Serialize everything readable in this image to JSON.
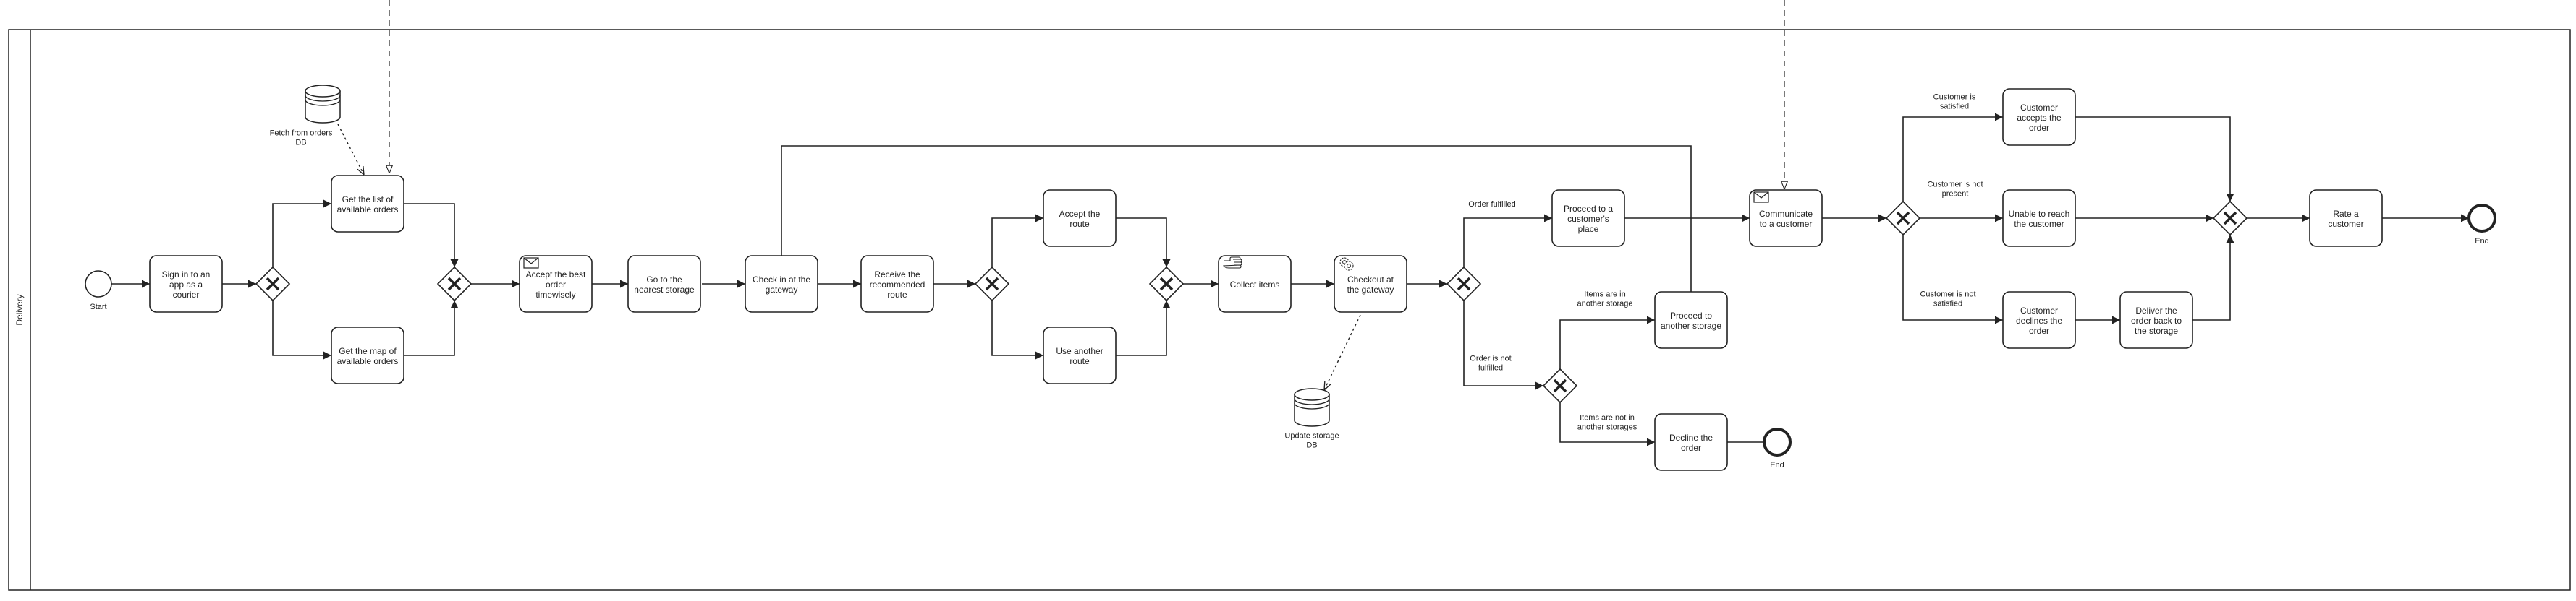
{
  "pool": {
    "lane_label": "Delivery"
  },
  "events": {
    "start": "Start",
    "end_main": "End",
    "end_decline": "End"
  },
  "tasks": {
    "sign_in": [
      "Sign in to an",
      "app as a",
      "courier"
    ],
    "get_list": [
      "Get the list of",
      "available orders"
    ],
    "get_map": [
      "Get the map of",
      "available orders"
    ],
    "accept_best": [
      "Accept the best",
      "order",
      "timewisely"
    ],
    "go_nearest": [
      "Go to the",
      "nearest storage"
    ],
    "check_in": [
      "Check in at the",
      "gateway"
    ],
    "receive_route": [
      "Receive the",
      "recommended",
      "route"
    ],
    "accept_route": [
      "Accept the",
      "route"
    ],
    "use_another_route": [
      "Use another",
      "route"
    ],
    "collect_items": [
      "Collect items"
    ],
    "checkout": [
      "Checkout at",
      "the gateway"
    ],
    "proceed_customer": [
      "Proceed to a",
      "customer's",
      "place"
    ],
    "proceed_storage": [
      "Proceed to",
      "another storage"
    ],
    "decline_order": [
      "Decline the",
      "order"
    ],
    "communicate": [
      "Communicate",
      "to a customer"
    ],
    "customer_accepts": [
      "Customer",
      "accepts the",
      "order"
    ],
    "unable_reach": [
      "Unable to reach",
      "the customer"
    ],
    "customer_declines": [
      "Customer",
      "declines the",
      "order"
    ],
    "deliver_back": [
      "Deliver the",
      "order back to",
      "the storage"
    ],
    "rate_customer": [
      "Rate a",
      "customer"
    ]
  },
  "data_stores": {
    "orders_db": [
      "Fetch from orders",
      "DB"
    ],
    "storage_db": [
      "Update storage",
      "DB"
    ]
  },
  "flow_labels": {
    "order_fulfilled": [
      "Order fulfilled"
    ],
    "order_not_fulfilled": [
      "Order is not",
      "fulfilled"
    ],
    "items_in_storage": [
      "Items are in",
      "another storage"
    ],
    "items_not_in_storages": [
      "Items are not in",
      "another storages"
    ],
    "customer_satisfied": [
      "Customer is",
      "satisfied"
    ],
    "customer_not_present": [
      "Customer is not",
      "present"
    ],
    "customer_not_satisfied": [
      "Customer is not",
      "satisfied"
    ]
  },
  "colors": {
    "stroke": "#222222",
    "fill": "#ffffff",
    "text": "#222222"
  },
  "icons": {
    "message": "envelope-icon",
    "manual": "hand-icon",
    "service": "gear-icon",
    "gateway": "exclusive-gateway-x"
  }
}
